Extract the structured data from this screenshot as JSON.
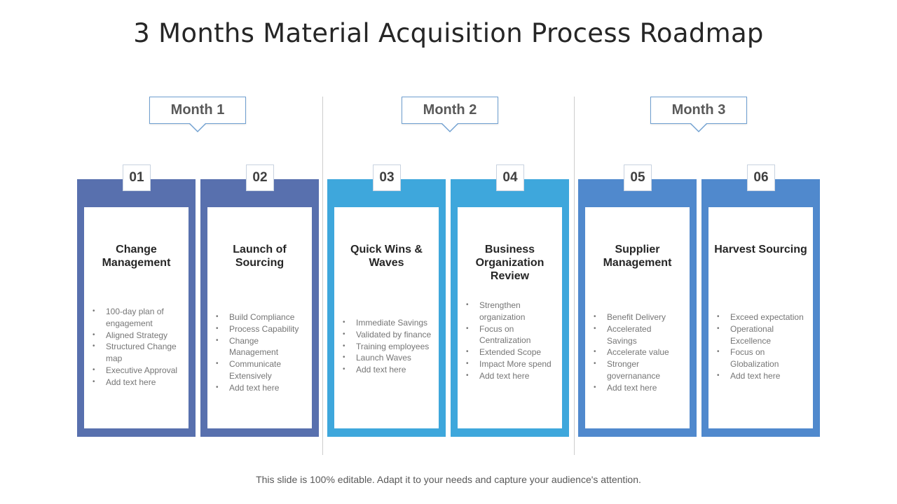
{
  "title": "3 Months Material Acquisition Process Roadmap",
  "months": [
    "Month 1",
    "Month 2",
    "Month 3"
  ],
  "colors": {
    "month1": "#5870ae",
    "month2": "#3ea7dc",
    "month3": "#5089cd"
  },
  "steps": [
    {
      "number": "01",
      "title": "Change Management",
      "items": [
        "100-day plan of engagement",
        "Aligned Strategy",
        "Structured Change map",
        "Executive Approval",
        "Add text here"
      ]
    },
    {
      "number": "02",
      "title": "Launch of Sourcing",
      "items": [
        "Build Compliance",
        "Process Capability",
        "Change Management",
        "Communicate Extensively",
        "Add text here"
      ]
    },
    {
      "number": "03",
      "title": "Quick Wins & Waves",
      "items": [
        "Immediate Savings",
        "Validated by finance",
        "Training employees",
        "Launch Waves",
        "Add text here"
      ]
    },
    {
      "number": "04",
      "title": "Business Organization Review",
      "items": [
        "Strengthen organization",
        "Focus on Centralization",
        "Extended Scope",
        "Impact More spend",
        "Add text here"
      ]
    },
    {
      "number": "05",
      "title": "Supplier Management",
      "items": [
        "Benefit Delivery",
        "Accelerated Savings",
        "Accelerate  value",
        "Stronger governanance",
        "Add text here"
      ]
    },
    {
      "number": "06",
      "title": "Harvest Sourcing",
      "items": [
        "Exceed expectation",
        "Operational Excellence",
        "Focus on Globalization",
        "Add text here"
      ]
    }
  ],
  "footer": "This slide is 100% editable. Adapt it to your needs and capture your audience's attention."
}
